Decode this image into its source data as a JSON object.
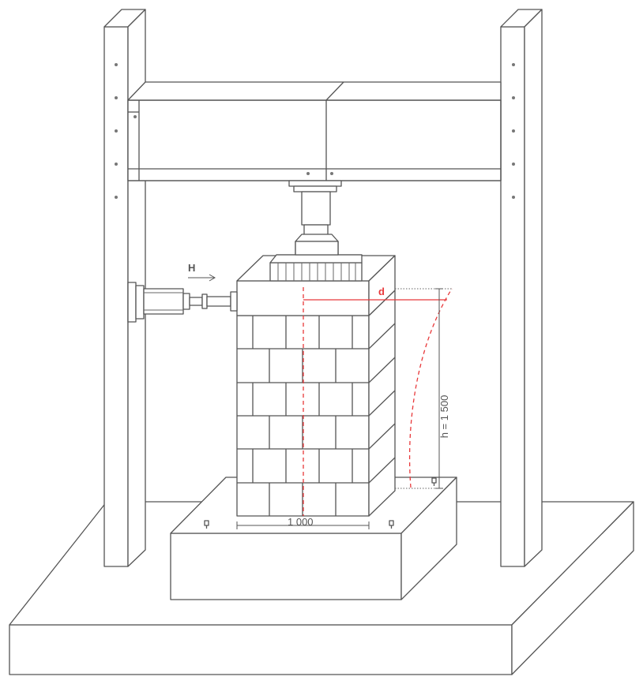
{
  "labels": {
    "force": "H",
    "displacement": "d",
    "height": "h = 1 500",
    "width": "1 000"
  },
  "colors": {
    "line": "#555555",
    "accent_red": "#e8383a",
    "background": "#ffffff"
  },
  "icons": {
    "force_arrow": "arrow-right-icon",
    "anchor_bolt": "bolt-icon",
    "hydraulic_jack": "actuator-icon"
  }
}
